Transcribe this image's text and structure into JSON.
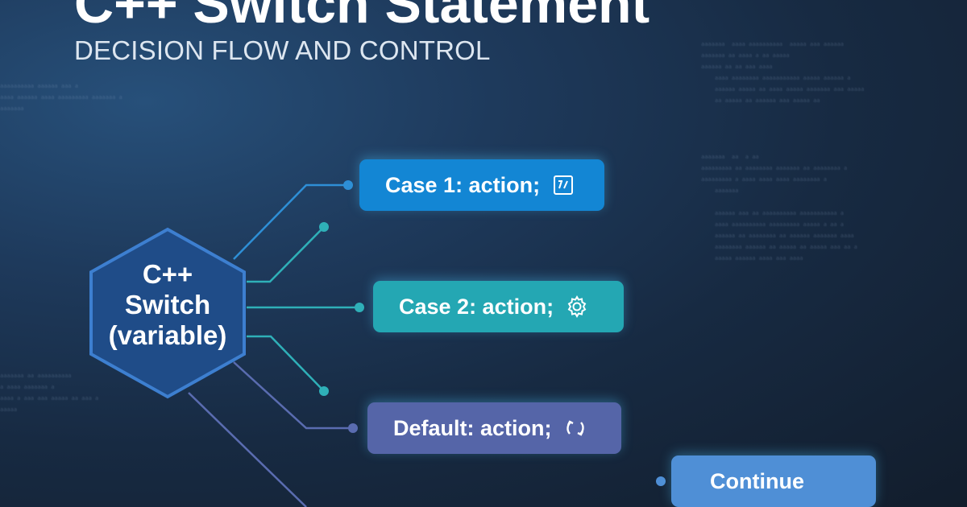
{
  "header": {
    "title": "C++ Switch Statement",
    "subtitle": "DECISION FLOW AND CONTROL"
  },
  "switch_node": {
    "line1": "C++",
    "line2": "Switch",
    "line3": "(variable)"
  },
  "cases": [
    {
      "label": "Case 1: action;",
      "icon": "code-edit-icon",
      "color": "#1386d4"
    },
    {
      "label": "Case 2: action;",
      "icon": "gear-icon",
      "color": "#24a7b3"
    },
    {
      "label": "Default: action;",
      "icon": "refresh-cycle-icon",
      "color": "#5565a8"
    }
  ],
  "continue_node": {
    "label": "Continue",
    "color": "#4f8fd6"
  }
}
